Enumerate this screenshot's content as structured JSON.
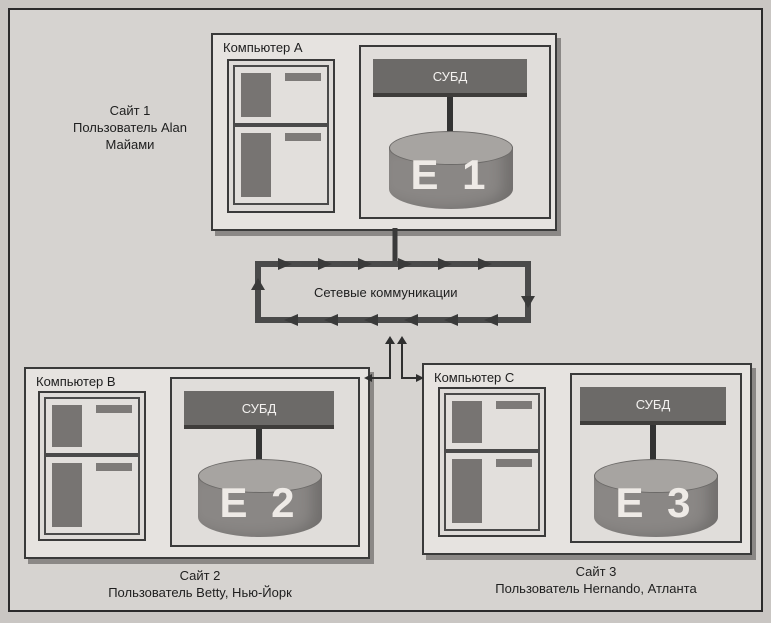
{
  "computers": [
    {
      "title": "Компьютер A",
      "dbms": "СУБД",
      "db": "E 1"
    },
    {
      "title": "Компьютер B",
      "dbms": "СУБД",
      "db": "E 2"
    },
    {
      "title": "Компьютер C",
      "dbms": "СУБД",
      "db": "E 3"
    }
  ],
  "sites": [
    {
      "line1": "Сайт 1",
      "line2": "Пользователь Alan",
      "line3": "Майами"
    },
    {
      "line1": "Сайт 2",
      "line2": "Пользователь Betty, Нью-Йорк"
    },
    {
      "line1": "Сайт 3",
      "line2": "Пользователь Hernando, Атланта"
    }
  ],
  "network": {
    "label": "Сетевые коммуникации"
  }
}
